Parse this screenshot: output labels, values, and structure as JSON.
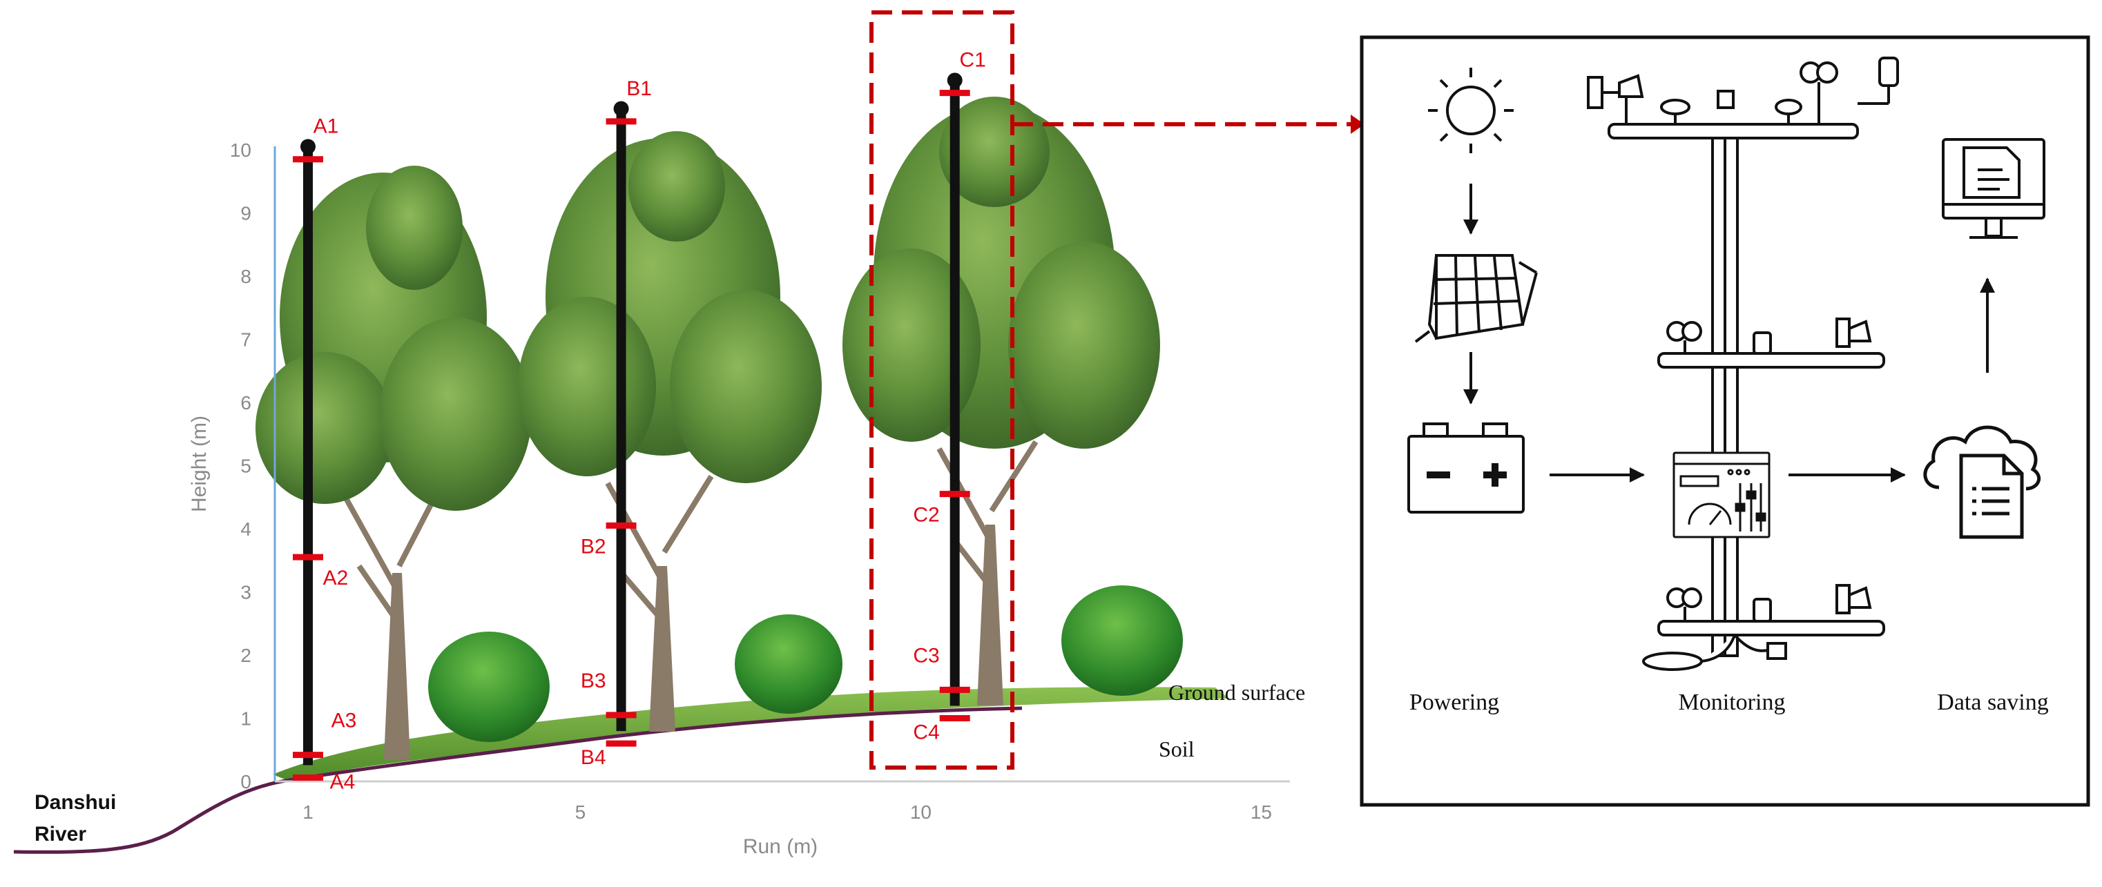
{
  "axes": {
    "ylabel": "Height (m)",
    "xlabel": "Run (m)",
    "yticks": [
      "0",
      "1",
      "2",
      "3",
      "4",
      "5",
      "6",
      "7",
      "8",
      "9",
      "10"
    ],
    "xticks": [
      "1",
      "5",
      "10",
      "15"
    ]
  },
  "towers": [
    {
      "id": "A",
      "x": 1,
      "top_m": 10.05,
      "sensors": [
        {
          "label": "A1",
          "height_m": 9.85
        },
        {
          "label": "A2",
          "height_m": 3.55
        },
        {
          "label": "A3",
          "height_m": 0.42
        },
        {
          "label": "A4",
          "height_m": 0.06
        }
      ]
    },
    {
      "id": "B",
      "x": 5.6,
      "top_m": 10.65,
      "sensors": [
        {
          "label": "B1",
          "height_m": 10.45
        },
        {
          "label": "B2",
          "height_m": 4.05
        },
        {
          "label": "B3",
          "height_m": 1.05
        },
        {
          "label": "B4",
          "height_m": 0.6
        }
      ]
    },
    {
      "id": "C",
      "x": 10.5,
      "top_m": 11.1,
      "sensors": [
        {
          "label": "C1",
          "height_m": 10.9
        },
        {
          "label": "C2",
          "height_m": 4.55
        },
        {
          "label": "C3",
          "height_m": 1.45
        },
        {
          "label": "C4",
          "height_m": 1.0
        }
      ]
    }
  ],
  "labels": {
    "ground_surface": "Ground surface",
    "soil": "Soil",
    "river_line1": "Danshui",
    "river_line2": "River"
  },
  "system": {
    "powering": "Powering",
    "monitoring": "Monitoring",
    "data_saving": "Data saving"
  },
  "icons": [
    "sun-icon",
    "solar-panel-icon",
    "battery-icon",
    "data-logger-icon",
    "cloud-document-icon",
    "computer-monitor-icon",
    "anemometer-icon",
    "wind-vane-icon"
  ],
  "colors": {
    "sensor": "#e30613",
    "label": "#e30613",
    "axis": "#6fa8dc",
    "tower": "#111111",
    "grass": "#6aa83a",
    "soil_line": "#5b1f4a",
    "dashed_box": "#c00000"
  }
}
